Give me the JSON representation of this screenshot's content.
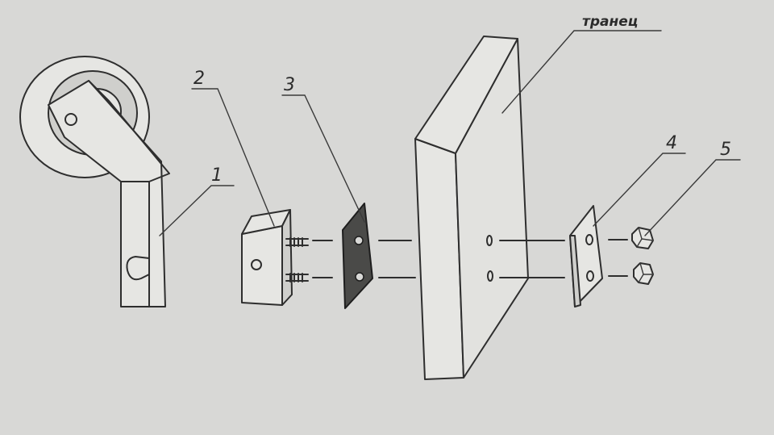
{
  "labels": {
    "part1": "1",
    "part2": "2",
    "part3": "3",
    "part4": "4",
    "part5": "5",
    "transom": "транец"
  },
  "colors": {
    "paper": "#d8d8d6",
    "ink": "#2e2e2e",
    "plate_fill": "#4a4a48"
  }
}
